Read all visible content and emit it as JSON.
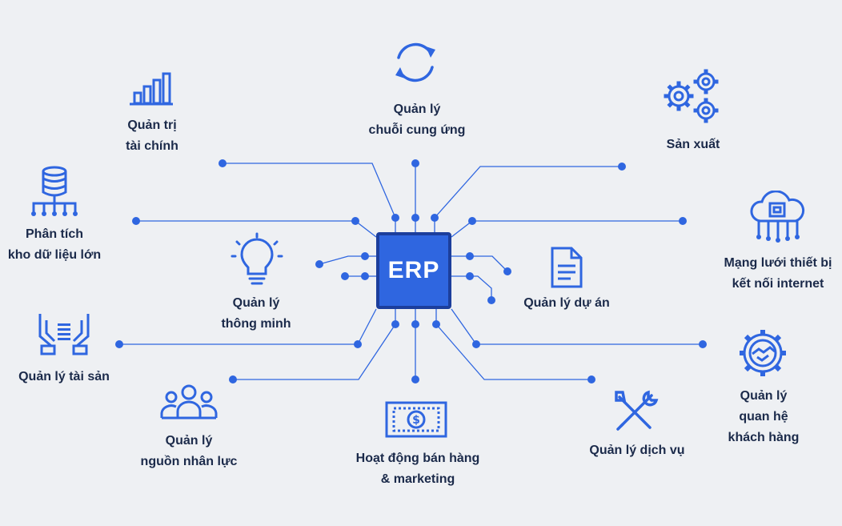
{
  "hub": {
    "label": "ERP"
  },
  "modules": [
    {
      "id": "supply-chain",
      "lines": [
        "Quản lý",
        "chuỗi cung ứng"
      ],
      "icon": "sync-icon"
    },
    {
      "id": "finance",
      "lines": [
        "Quản trị",
        "tài chính"
      ],
      "icon": "bar-chart-icon"
    },
    {
      "id": "production",
      "lines": [
        "Sản xuất"
      ],
      "icon": "gears-icon"
    },
    {
      "id": "big-data",
      "lines": [
        "Phân tích",
        "kho dữ liệu lớn"
      ],
      "icon": "database-icon"
    },
    {
      "id": "iot",
      "lines": [
        "Mạng lưới thiết bị",
        "kết nối internet"
      ],
      "icon": "cloud-chip-icon"
    },
    {
      "id": "smart",
      "lines": [
        "Quản lý",
        "thông minh"
      ],
      "icon": "lightbulb-icon"
    },
    {
      "id": "project",
      "lines": [
        "Quản lý dự án"
      ],
      "icon": "document-icon"
    },
    {
      "id": "assets",
      "lines": [
        "Quản lý tài sản"
      ],
      "icon": "hands-coins-icon"
    },
    {
      "id": "crm",
      "lines": [
        "Quản lý",
        "quan hệ",
        "khách hàng"
      ],
      "icon": "handshake-gear-icon"
    },
    {
      "id": "hr",
      "lines": [
        "Quản lý",
        "nguồn nhân lực"
      ],
      "icon": "people-icon"
    },
    {
      "id": "sales",
      "lines": [
        "Hoạt động bán hàng",
        "& marketing"
      ],
      "icon": "banknote-icon"
    },
    {
      "id": "service",
      "lines": [
        "Quản lý dịch vụ"
      ],
      "icon": "tools-icon"
    }
  ],
  "colors": {
    "accent": "#2f66e0",
    "accent_dark": "#1c3e9c",
    "text": "#1b2a4a",
    "background": "#eef0f3"
  }
}
